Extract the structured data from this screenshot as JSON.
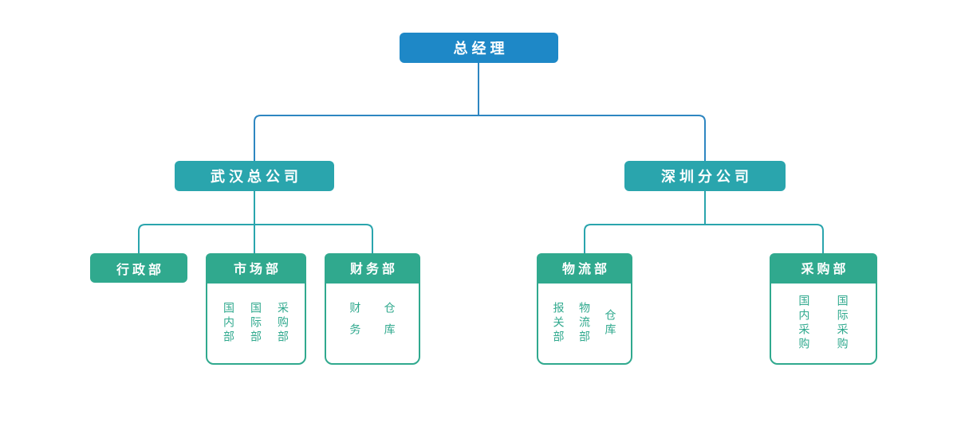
{
  "colors": {
    "root_fill": "#1e88c7",
    "root_line": "#2e86c1",
    "branch_fill": "#2aa5ad",
    "branch_line": "#2aa5ad",
    "dept_fill": "#30a98e",
    "dept_border": "#30a98e",
    "dept_text": "#30a98e",
    "node_text": "#ffffff",
    "background": "#ffffff"
  },
  "org_chart": {
    "root": {
      "label": "总经理"
    },
    "branches": [
      {
        "label": "武汉总公司",
        "departments": [
          {
            "label": "行政部",
            "sub_items": []
          },
          {
            "label": "市场部",
            "sub_items": [
              "国内部",
              "国际部",
              "采购部"
            ]
          },
          {
            "label": "财务部",
            "sub_items": [
              "财务",
              "仓库"
            ]
          }
        ]
      },
      {
        "label": "深圳分公司",
        "departments": [
          {
            "label": "物流部",
            "sub_items": [
              "报关部",
              "物流部",
              "仓库"
            ]
          },
          {
            "label": "采购部",
            "sub_items": [
              "国内采购",
              "国际采购"
            ]
          }
        ]
      }
    ]
  }
}
